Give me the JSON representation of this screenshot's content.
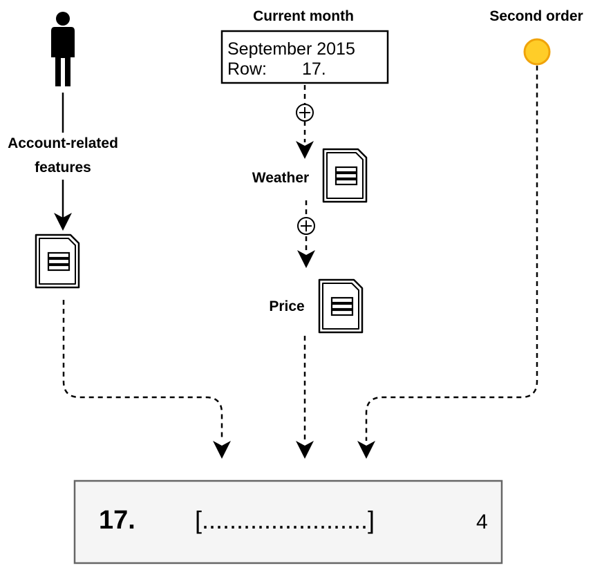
{
  "nodes": {
    "account": {
      "label_line1": "Account-related",
      "label_line2": "features"
    },
    "current_month": {
      "title": "Current month",
      "line1": "September 2015",
      "row_label": "Row:",
      "row_value": "17."
    },
    "second_order": {
      "title": "Second order",
      "color": "#f0a30a",
      "fill": "#ffcd28"
    },
    "weather": {
      "label": "Weather"
    },
    "price": {
      "label": "Price"
    },
    "result": {
      "row": "17.",
      "features": "[........................]",
      "target": "4",
      "fill": "#f5f5f5",
      "border": "#666666"
    }
  },
  "icons": {
    "person": "person-icon",
    "document": "document-icon",
    "plus": "plus-circle-icon",
    "circle": "yellow-circle-icon"
  }
}
